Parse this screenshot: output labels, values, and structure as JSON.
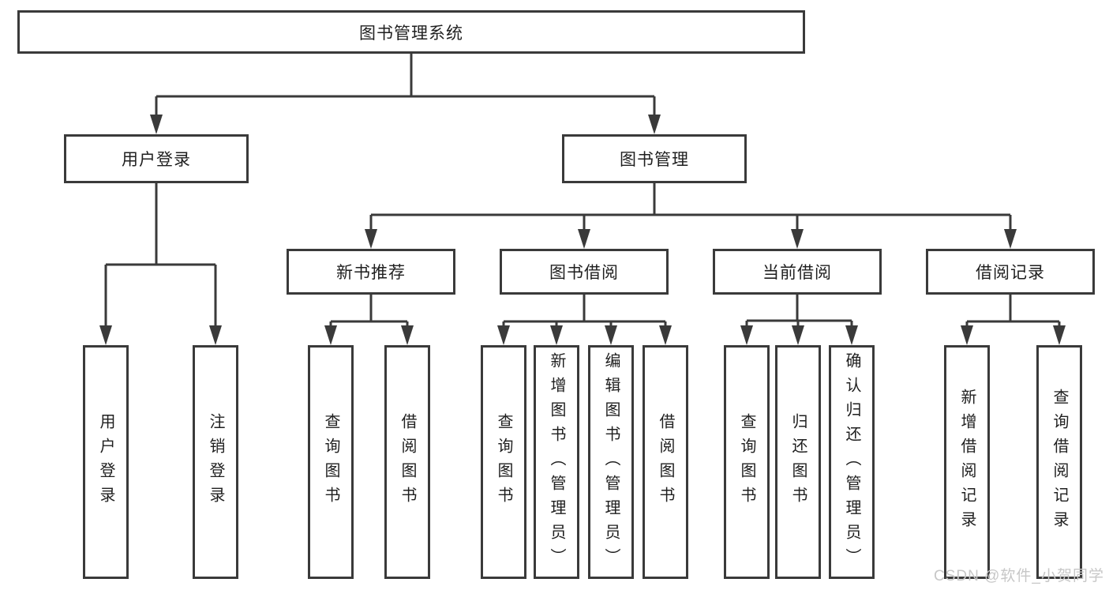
{
  "tree": {
    "root": "图书管理系统",
    "level2": [
      {
        "id": "user-login",
        "label": "用户登录",
        "children": [
          "用户登录",
          "注销登录"
        ]
      },
      {
        "id": "book-management",
        "label": "图书管理"
      }
    ],
    "level3": [
      {
        "id": "new-book-recommend",
        "label": "新书推荐",
        "children": [
          "查询图书",
          "借阅图书"
        ]
      },
      {
        "id": "book-borrowing",
        "label": "图书借阅",
        "children": [
          "查询图书",
          "新增图书（管理员）",
          "编辑图书（管理员）",
          "借阅图书"
        ]
      },
      {
        "id": "current-borrowing",
        "label": "当前借阅",
        "children": [
          "查询图书",
          "归还图书",
          "确认归还（管理员）"
        ]
      },
      {
        "id": "borrowing-records",
        "label": "借阅记录",
        "children": [
          "新增借阅记录",
          "查询借阅记录"
        ]
      }
    ]
  },
  "watermark": "CSDN @软件_小贺同学",
  "colors": {
    "line": "#3a3a3a",
    "box_border": "#3a3a3a",
    "box_background": "#ffffff",
    "text": "#1f1f1f",
    "watermark": "#c7c7c7"
  }
}
